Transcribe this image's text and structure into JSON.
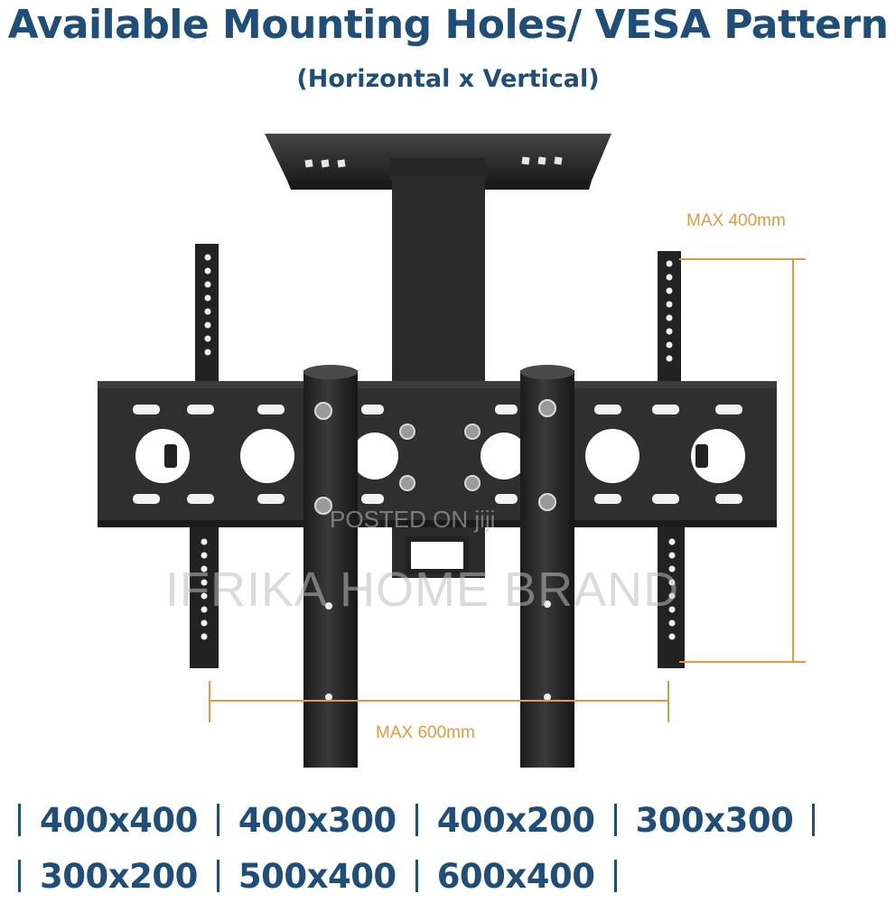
{
  "title": "Available Mounting Holes/ VESA Pattern",
  "subtitle": "(Horizontal x Vertical)",
  "dimensions": {
    "vertical_label": "MAX 400mm",
    "horizontal_label": "MAX 600mm"
  },
  "watermark": {
    "line1": "POSTED ON jiji",
    "line2": "IFRIKA HOME BRAND"
  },
  "vesa_patterns": {
    "row1": [
      "400x400",
      "400x300",
      "400x200",
      "300x300"
    ],
    "row2": [
      "300x200",
      "500x400",
      "600x400"
    ]
  },
  "colors": {
    "heading": "#1f4e79",
    "dimension_lines": "#e69a3c",
    "metal": "#2e2e2e"
  }
}
